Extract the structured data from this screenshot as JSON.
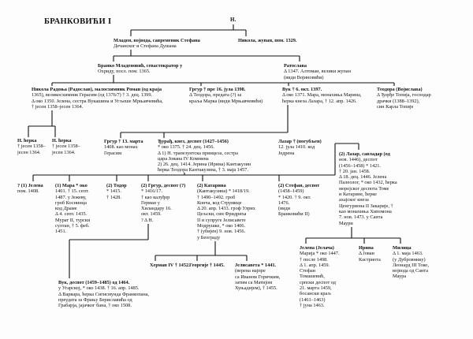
{
  "title": "БРАНКОВИЋИ I",
  "nodes": {
    "root": [
      "Н."
    ],
    "mladen": [
      "Младен, војвода, савременик Стефана",
      "Дечанског и Стефана Душана"
    ],
    "nikola_zupan": [
      "Никола, жупан, пом. 1329."
    ],
    "branko": [
      "Бранко Младеновић, севастократор у",
      "Охриду, посл. пом. 1365."
    ],
    "ratoslava": [
      "Ратослава",
      "Δ 1347. Алтоман, велики жупан",
      "(види Војиновићи)"
    ],
    "nikola_radonja": [
      "Никола Радоња (Радослав), малосхимник Роман (од краја",
      "1365), великосхимник Герасим (од 1376/7) † 3. дец. 1399.",
      "Δ око 1350. Јелена, сестра Вукашина и Угљеше Мрњавчевића,",
      "† јесен 1358–јесен 1364."
    ],
    "grgur1": [
      "Гргур † пре 16. јула 1398.",
      "Δ Теодора, предата (?) за",
      "краља Марка (види Мрњавчевићи)"
    ],
    "vuk": [
      "Вук † 6. окт. 1397.",
      "Δ око 1371. Мара, монахиња Марина,",
      "ћерка кнеза Лазара, † 12. апр. 1426."
    ],
    "teodora": [
      "Теодора (Војислава)",
      "Δ Ђорђе Топија, господар",
      "драчки (1388–1392),",
      "син Карла Топије"
    ],
    "kcerka1": [
      "Н. ћерка",
      "† јесен 1358–",
      "јесен 1364."
    ],
    "kcerka2": [
      "Н. ћерка",
      "† јесен 1358–",
      "јесен 1364."
    ],
    "grgur2": [
      "Гргур † 13. марта",
      "1408. као монах",
      "Герасим"
    ],
    "djuradj": [
      "Ђурађ, кнез, деспот (1427–1456)",
      "* око 1375. † 24. дец. 1456.",
      "Δ 1) Н. трапезунтска принцеза, сестра",
      "цара Јована IV Комнина",
      "2) 26. дец. 1414. Јерина (Ирина) Кантакузин",
      "ћерка Теодора Кантакузина, † 3. маја 1457."
    ],
    "lazar1": [
      "Лазар † (погубљен)",
      "12. јула 1410. код",
      "Једрена"
    ],
    "lazar2": [
      "(2) Лазар, савладар (од",
      "нов. 1446), деспот",
      "(1456–1458) * 1421.",
      "† 20. јан. 1458.",
      "Δ 18. дец. 1446. Јелена",
      "Палеолог, * око 1432, ћерка",
      "морејског деспота Томе",
      "и Катарине, ћерке",
      "ахајског кнеза",
      "Ценгуриона II Закарије, †",
      "као монахиња Хипомона",
      "7. нов. 1473. у Санта",
      "Маури"
    ],
    "jelena1": [
      "? (1) Јелена",
      "пом. 1408."
    ],
    "mara": [
      "(1) Мара * око",
      "1401. † 15. септ.",
      "1487. у Јежеву,",
      "гроб Коснинца",
      "код Драме",
      "Δ 4. септ. 1435.",
      "Мурат II, турски",
      "султан, † 5. феб.",
      "1451."
    ],
    "todor": [
      "(2) Тодор",
      "* 1415.",
      "† 1428."
    ],
    "grgur3": [
      "(2) Гргур, деспот (?)",
      "* 1416/17.",
      "† као калуђер",
      "Герман у",
      "Хиландару 16.",
      "окт. 1459.",
      "? Δ Н."
    ],
    "katarina": [
      "(2) Катарина",
      "(Кантакузина) * 1418/19.",
      "† 1490–1492. гроб",
      "Конча, код Струмице",
      "Δ 20. апр. 1433. гроф Улрих",
      "Цељски, син Фридриха",
      "II и супруге Јелисавете",
      "Модрушке, * око 1406.",
      "† (убијен) 9. нов. 1456.",
      "у Београду"
    ],
    "stefan": [
      "(2) Стефан, деспот",
      "(1458–1459)",
      "* 1420. † 9. окт.",
      "1476.",
      "(види",
      "Бранковићи II)"
    ],
    "herman": [
      "Херман IV † 1452."
    ],
    "georgije": [
      "Георгије † 1445."
    ],
    "jelisaveta": [
      "Јелисавета * 1441.",
      "(верена најпре",
      "са Иваном Горичким,",
      "затим са Матијом",
      "Хуњадијем), † 1455."
    ],
    "jelena_jelaca": [
      "Јелена (Јелача)",
      "Марија * око 1447.",
      "† после 1498.",
      "Δ 1. апр. 1459.",
      "Стефан",
      "Томашевић,",
      "српски деспот од",
      "21. марта 1459,",
      "босански краљ",
      "(1461–1463)",
      "† јуна 1463."
    ],
    "irina": [
      "Ирина",
      "Δ Јован",
      "Кастриота"
    ],
    "milica": [
      "Милица",
      "Δ 1. маја 1463.",
      "(у Дубровнику)",
      "Леонард III Токо,",
      "војвода од Санта",
      "Маура"
    ],
    "vuk2": [
      "Вук, деспот (1459–1485) од 1464.",
      "у Угарској, * око 1438. † 16. апр. 1485.",
      "Δ Варвара, ћерка Сигисмунда Франкопана,",
      "преудата за Фрању Бериславића од",
      "Грабарја, јајачког бана, † око 1508."
    ]
  }
}
